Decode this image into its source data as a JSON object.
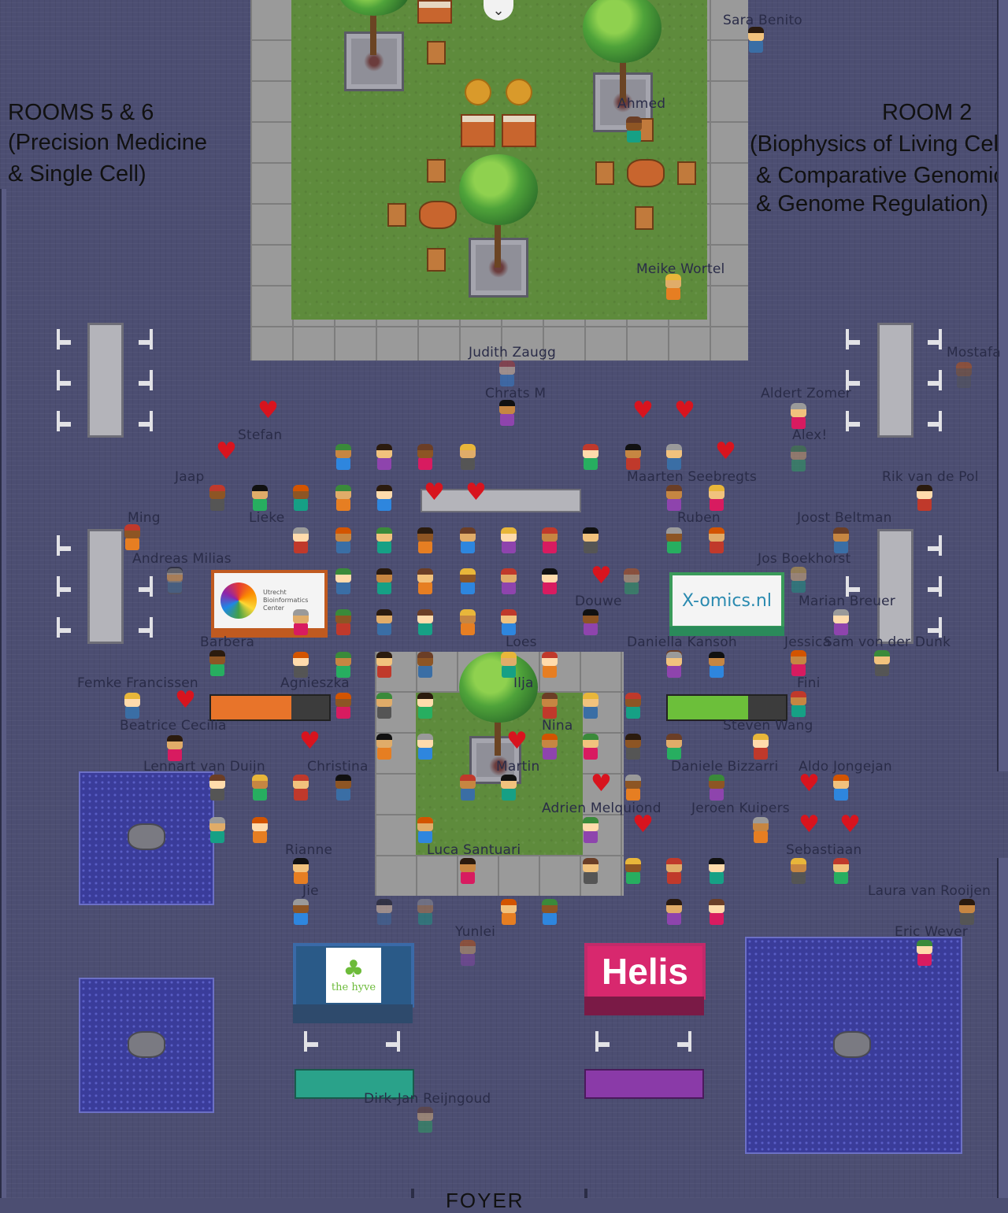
{
  "rooms": {
    "left_line1": "ROOMS 5 & 6",
    "left_line2": "(Precision Medicine",
    "left_line3": "& Single Cell)",
    "right_line1": "ROOM 2",
    "right_line2": "(Biophysics of Living Cells",
    "right_line3": "& Comparative Genomics",
    "right_line4": "& Genome Regulation)",
    "bottom": "FOYER"
  },
  "sponsors": {
    "ubc_line1": "Utrecht",
    "ubc_line2": "Bioinformatics",
    "ubc_line3": "Center",
    "xomics": "X-omics.nl",
    "hyve": "the hyve",
    "helis": "Helis"
  },
  "controls": {
    "collapse_icon": "chevron-down-icon"
  },
  "players": [
    "Sara Benito",
    "Ahmed",
    "Meike Wortel",
    "Judith Zaugg",
    "Chrats M",
    "Aldert Zomer",
    "Mostafa",
    "Alex!",
    "Rik van de Pol",
    "Joost Beltman",
    "Jos Boekhorst",
    "Ming",
    "Andreas Milias",
    "Marian Breuer",
    "Jessica",
    "Sam von der Dunk",
    "Barbera",
    "Daniella Kansoh",
    "Femke Francissen",
    "Fini",
    "Rianne",
    "Jie",
    "Yunlei",
    "Eric Wever",
    "Laura van Rooijen",
    "Dirk-Jan Reijngoud",
    "Luca Santuari",
    "Adrien Melquiond",
    "Jeroen Kuipers",
    "Sebastiaan",
    "Aldo Jongejan",
    "Daniele Bizzarri",
    "Beatrice Cecilia",
    "Lennart van Duijn",
    "Christina",
    "Steven Wang",
    "Maarten Seebregts",
    "Nina",
    "Ilja",
    "Martin",
    "Douwe",
    "Loes",
    "Stefan",
    "Agnieszka",
    "Jaap",
    "Lieke",
    "Ruben"
  ]
}
